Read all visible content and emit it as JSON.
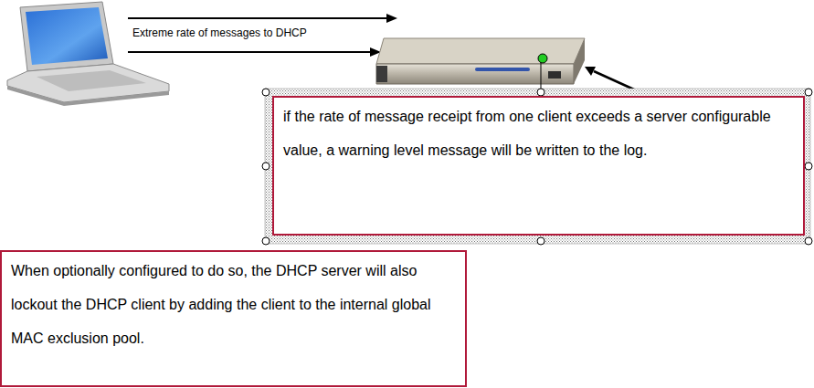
{
  "diagram": {
    "nodes": [
      {
        "text": [
          "if the rate of message receipt from one client exceeds a server configurable value, a warning level message will be written to the log."
        ]
      },
      {
        "text": [
          "When optionally configured to do so, the DHCP server will also lockout the DHCP client by adding the client to the internal global MAC exclusion pool."
        ]
      }
    ],
    "labels": [
      "Extreme rate of messages to DHCP"
    ]
  }
}
